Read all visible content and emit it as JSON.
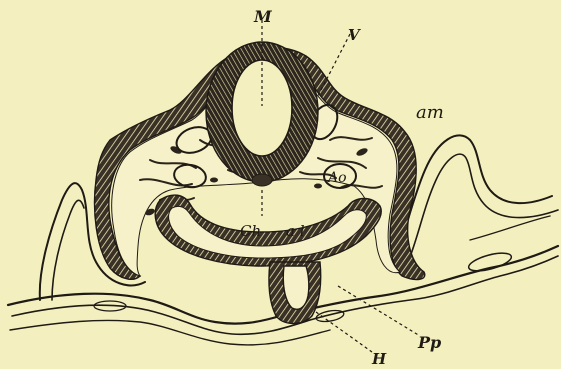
{
  "figure": {
    "background": "#f4efbf",
    "ink": "#1e1a14",
    "labels": {
      "M": "M",
      "V": "V",
      "am": "am",
      "Ao": "Ao",
      "Ch": "Ch",
      "al": "a l",
      "Pp": "Pp",
      "H": "H"
    }
  }
}
